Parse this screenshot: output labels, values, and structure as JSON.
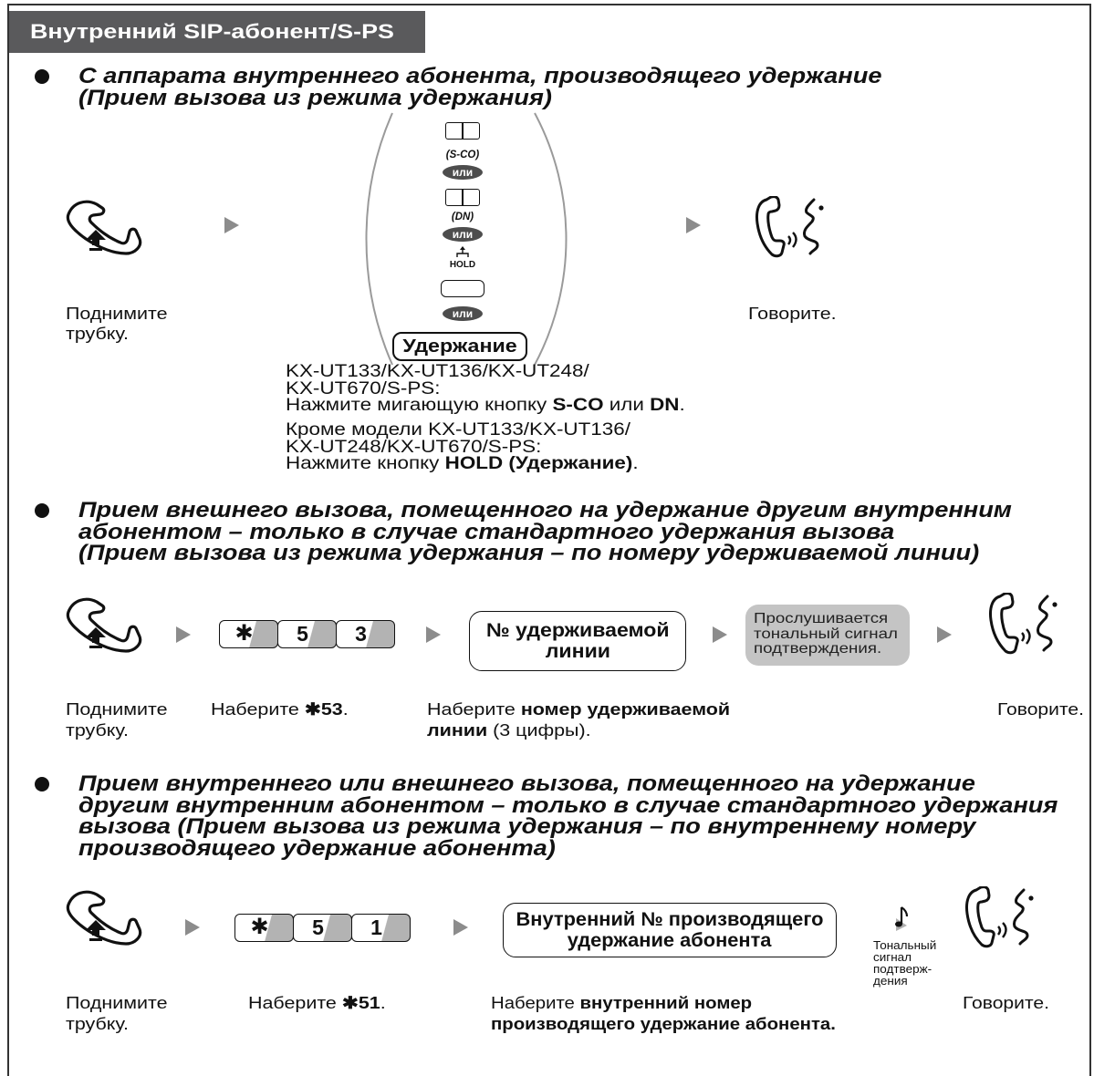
{
  "header": {
    "title": "Внутренний SIP-абонент/S-PS"
  },
  "icons": {
    "lift": "off-hook-handset-icon",
    "talk": "talk-icon",
    "step": "step-arrow-icon",
    "tone": "confirmation-tone-note-icon",
    "key": "flexible-key-icon",
    "hold": "hold-icon"
  },
  "colors": {
    "header_bg": "#5a5a5c",
    "arrow": "#8c8c8c",
    "or_pill": "#4d4d4d",
    "tone_box": "#c4c4c4"
  },
  "section1": {
    "title": [
      "С аппарата внутреннего абонента, производящего удержание",
      "(Прием вызова из режима удержания)"
    ],
    "lift": [
      "Поднимите",
      "трубку."
    ],
    "options": {
      "sco_label": "(S-CO)",
      "dn_label": "(DN)",
      "hold_label": "HOLD",
      "or": "или",
      "hold_button": "Удержание"
    },
    "talk": "Говорите.",
    "note1": {
      "line1": "KX-UT133/KX-UT136/KX-UT248/",
      "line2": "KX-UT670/S-PS:",
      "line3_pre": "Нажмите мигающую кнопку ",
      "line3_b1": "S-CO",
      "line3_mid": " или ",
      "line3_b2": "DN",
      "line3_end": "."
    },
    "note2": {
      "line1": "Кроме модели KX-UT133/KX-UT136/",
      "line2": "KX-UT248/KX-UT670/S-PS:",
      "line3_pre": "Нажмите кнопку ",
      "line3_b": "HOLD (Удержание)",
      "line3_end": "."
    }
  },
  "section2": {
    "title": [
      "Прием внешнего вызова, помещенного на удержание другим внутренним",
      "абонентом – только в случае стандартного удержания вызова",
      "(Прием вызова из режима удержания – по номеру удерживаемой линии)"
    ],
    "lift": [
      "Поднимите",
      "трубку."
    ],
    "keys": [
      "✱",
      "5",
      "3"
    ],
    "line_box": [
      "№ удерживаемой",
      "линии"
    ],
    "tone_box": [
      "Прослушивается",
      "тональный сигнал",
      "подтверждения."
    ],
    "dial": {
      "pre": "Наберите ",
      "code": "✱53",
      "end": "."
    },
    "enter": {
      "pre": "Наберите ",
      "b1": "номер удерживаемой",
      "b2": "линии",
      "end": " (3 цифры)."
    },
    "talk": "Говорите."
  },
  "section3": {
    "title": [
      "Прием внутреннего или внешнего вызова, помещенного на удержание",
      "другим внутренним абонентом – только в случае стандартного удержания",
      "вызова (Прием вызова из режима удержания – по внутреннему номеру",
      "производящего удержание абонента)"
    ],
    "lift": [
      "Поднимите",
      "трубку."
    ],
    "keys": [
      "✱",
      "5",
      "1"
    ],
    "ext_box": [
      "Внутренний № производящего",
      "удержание абонента"
    ],
    "tone_note": [
      "Тональный",
      "сигнал",
      "подтверж-",
      "дения"
    ],
    "dial": {
      "pre": "Наберите ",
      "code": "✱51",
      "end": "."
    },
    "enter": {
      "pre": "Наберите ",
      "b1": "внутренний номер",
      "b2": "производящего удержание абонента."
    },
    "talk": "Говорите."
  }
}
